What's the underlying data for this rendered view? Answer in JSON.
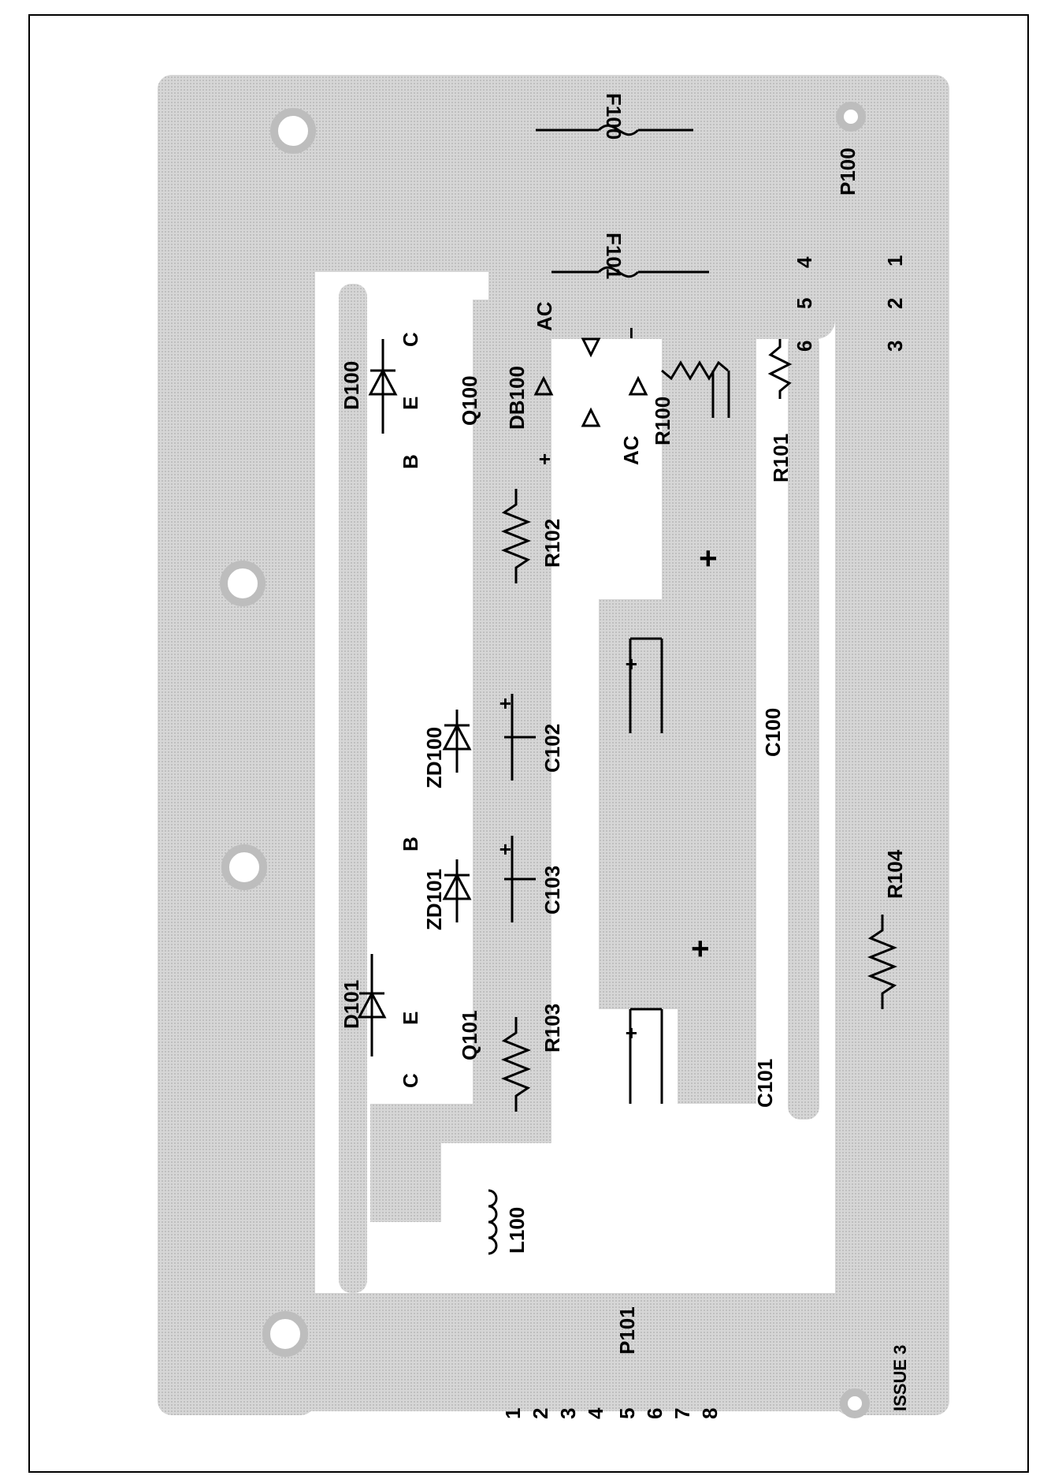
{
  "labels": {
    "f100": "F100",
    "f101": "F101",
    "p100": "P100",
    "p100_pins": [
      "1",
      "2",
      "3",
      "4",
      "5",
      "6"
    ],
    "d100": "D100",
    "d101": "D101",
    "q100": "Q100",
    "q101": "Q101",
    "db100": "DB100",
    "db_plus": "+",
    "db_minus": "−",
    "db_ac1": "AC",
    "db_ac2": "AC",
    "r100": "R100",
    "r101": "R101",
    "r102": "R102",
    "r103": "R103",
    "r104": "R104",
    "zd100": "ZD100",
    "zd101": "ZD101",
    "c100": "C100",
    "c101": "C101",
    "c102": "C102",
    "c103": "C103",
    "l100": "L100",
    "p101": "P101",
    "p101_pins": [
      "1",
      "2",
      "3",
      "4",
      "5",
      "6",
      "7",
      "8"
    ],
    "issue": "ISSUE 3",
    "pin_b": "B",
    "pin_e": "E",
    "pin_c": "C",
    "plus": "+"
  },
  "colors": {
    "copper": "#c9c9c9",
    "ink": "#000000",
    "background": "#ffffff"
  }
}
